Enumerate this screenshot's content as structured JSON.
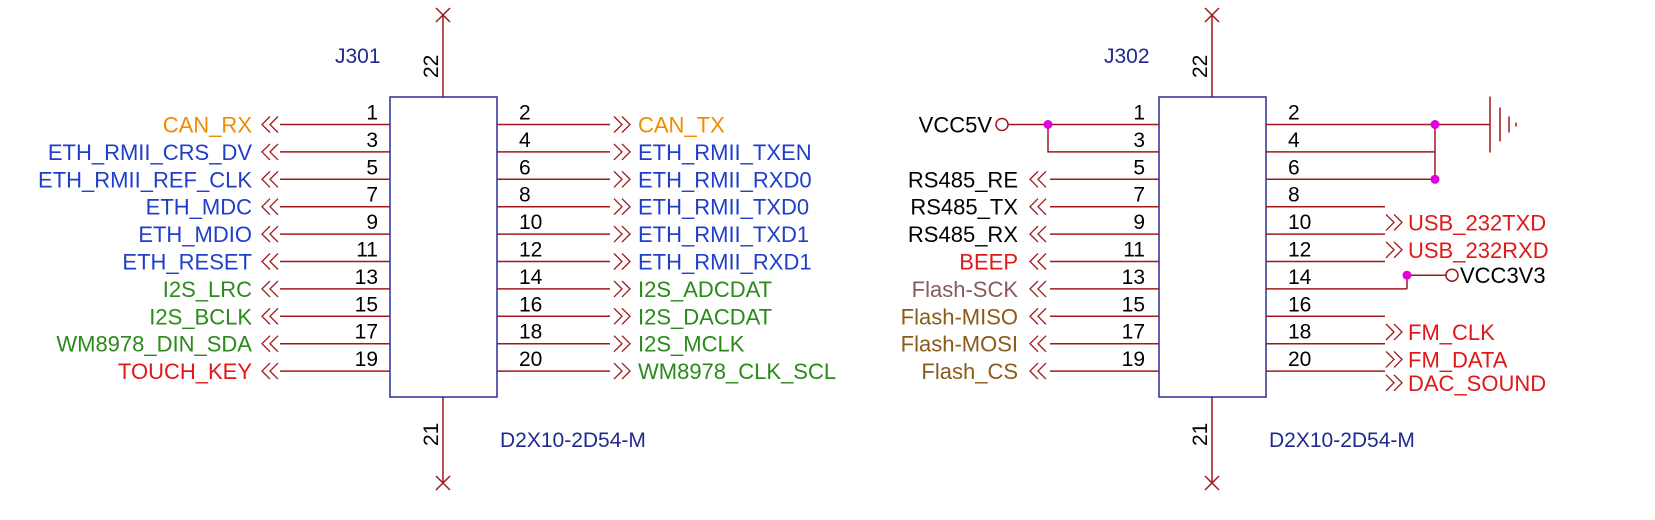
{
  "connectors": [
    {
      "ref": "J301",
      "value": "D2X10-2D54-M",
      "top_pin": "22",
      "bottom_pin": "21",
      "left_pins": [
        {
          "num": "1",
          "net": "CAN_RX",
          "color": "#f08c00"
        },
        {
          "num": "3",
          "net": "ETH_RMII_CRS_DV",
          "color": "#1f3ec9"
        },
        {
          "num": "5",
          "net": "ETH_RMII_REF_CLK",
          "color": "#1f3ec9"
        },
        {
          "num": "7",
          "net": "ETH_MDC",
          "color": "#1f3ec9"
        },
        {
          "num": "9",
          "net": "ETH_MDIO",
          "color": "#1f3ec9"
        },
        {
          "num": "11",
          "net": "ETH_RESET",
          "color": "#1f3ec9"
        },
        {
          "num": "13",
          "net": "I2S_LRC",
          "color": "#2a8a1a"
        },
        {
          "num": "15",
          "net": "I2S_BCLK",
          "color": "#2a8a1a"
        },
        {
          "num": "17",
          "net": "WM8978_DIN_SDA",
          "color": "#2a8a1a"
        },
        {
          "num": "19",
          "net": "TOUCH_KEY",
          "color": "#e01818"
        }
      ],
      "right_pins": [
        {
          "num": "2",
          "net": "CAN_TX",
          "color": "#f08c00"
        },
        {
          "num": "4",
          "net": "ETH_RMII_TXEN",
          "color": "#1f3ec9"
        },
        {
          "num": "6",
          "net": "ETH_RMII_RXD0",
          "color": "#1f3ec9"
        },
        {
          "num": "8",
          "net": "ETH_RMII_RXD0",
          "color": "#1f3ec9"
        },
        {
          "num": "10",
          "net": "ETH_RMII_TXD0",
          "color": "#1f3ec9"
        },
        {
          "num": "12",
          "net": "ETH_RMII_TXD1",
          "color": "#1f3ec9"
        },
        {
          "num": "14",
          "net": "ETH_RMII_RXD1",
          "color": "#1f3ec9"
        },
        {
          "num": "16",
          "net": "I2S_ADCDAT",
          "color": "#2a8a1a"
        },
        {
          "num": "18",
          "net": "I2S_DACDAT",
          "color": "#2a8a1a"
        },
        {
          "num": "20",
          "net": "I2S_MCLK",
          "color": "#2a8a1a"
        },
        {
          "num": "",
          "net": "WM8978_CLK_SCL",
          "color": "#2a8a1a"
        }
      ]
    },
    {
      "ref": "J302",
      "value": "D2X10-2D54-M",
      "top_pin": "22",
      "bottom_pin": "21",
      "left_pins": [
        {
          "num": "1",
          "net": "VCC5V",
          "color": "#000000",
          "kind": "power"
        },
        {
          "num": "3",
          "net": "",
          "color": "#000000",
          "kind": "tie"
        },
        {
          "num": "5",
          "net": "RS485_RE",
          "color": "#000000"
        },
        {
          "num": "7",
          "net": "RS485_TX",
          "color": "#000000"
        },
        {
          "num": "9",
          "net": "RS485_RX",
          "color": "#000000"
        },
        {
          "num": "11",
          "net": "BEEP",
          "color": "#e01818"
        },
        {
          "num": "13",
          "net": "Flash-SCK",
          "color": "#8a5a5a"
        },
        {
          "num": "15",
          "net": "Flash-MISO",
          "color": "#8a5a1a"
        },
        {
          "num": "17",
          "net": "Flash-MOSI",
          "color": "#8a5a1a"
        },
        {
          "num": "19",
          "net": "Flash_CS",
          "color": "#8a5a1a"
        }
      ],
      "right_pins": [
        {
          "num": "2",
          "net": "",
          "color": "#000000",
          "kind": "gnd"
        },
        {
          "num": "4",
          "net": "",
          "color": "#000000",
          "kind": "gnd"
        },
        {
          "num": "6",
          "net": "",
          "color": "#000000",
          "kind": "gnd"
        },
        {
          "num": "8",
          "net": "",
          "color": "#000000"
        },
        {
          "num": "10",
          "net": "USB_232TXD",
          "color": "#e01818"
        },
        {
          "num": "12",
          "net": "USB_232RXD",
          "color": "#e01818"
        },
        {
          "num": "14",
          "net": "VCC3V3",
          "color": "#000000",
          "kind": "power"
        },
        {
          "num": "16",
          "net": "",
          "color": "#000000"
        },
        {
          "num": "18",
          "net": "FM_CLK",
          "color": "#e01818"
        },
        {
          "num": "20",
          "net": "FM_DATA",
          "color": "#e01818"
        },
        {
          "num": "",
          "net": "DAC_SOUND",
          "color": "#e01818"
        }
      ]
    }
  ],
  "colors": {
    "wire": "#a01818",
    "body": "#2b2b9a",
    "junction": "#e000e0"
  }
}
